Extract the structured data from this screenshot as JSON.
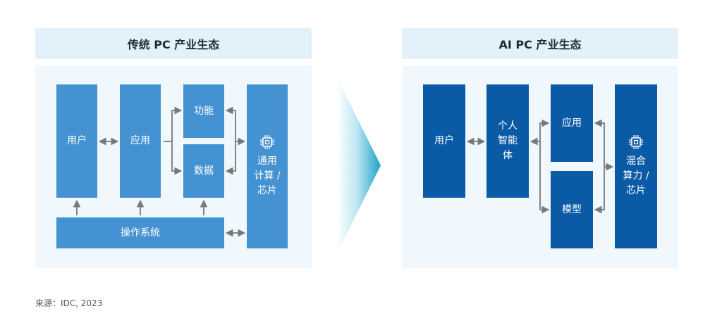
{
  "left_panel": {
    "title": "传统 PC 产业生态",
    "user": "用户",
    "app": "应用",
    "function": "功能",
    "data": "数据",
    "os": "操作系统",
    "compute_lines": [
      "通用",
      "计算 /",
      "芯片"
    ]
  },
  "right_panel": {
    "title": "AI PC 产业生态",
    "user": "用户",
    "agent_lines": [
      "个人",
      "智能",
      "体"
    ],
    "app": "应用",
    "model": "模型",
    "compute_lines": [
      "混合",
      "算力 /",
      "芯片"
    ]
  },
  "source": "来源：IDC, 2023",
  "colors": {
    "light_box": "#4592d2",
    "dark_box": "#0a5aa6",
    "panel_header": "#e3f1fb",
    "panel_body": "#f1f8fd",
    "arrow": "#777777"
  },
  "icons": [
    "chip-icon",
    "transition-chevron-icon"
  ]
}
